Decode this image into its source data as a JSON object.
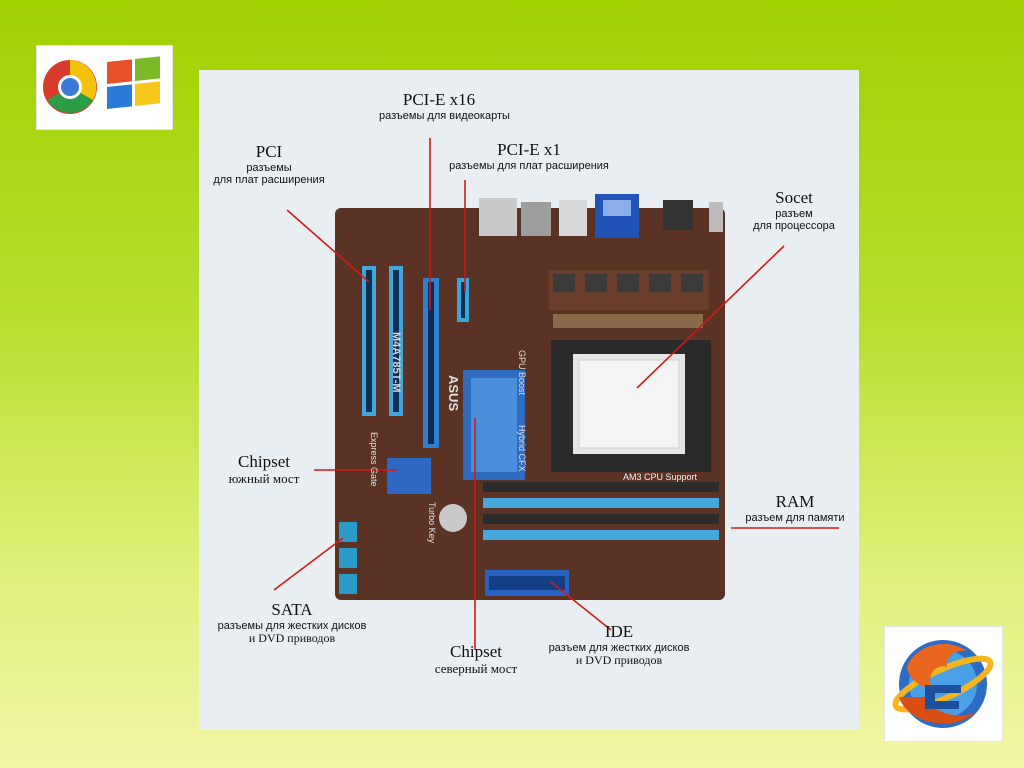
{
  "labels": {
    "pcie16": {
      "title": "PCI-E x16",
      "sub": "разъемы для видеокарты"
    },
    "pci": {
      "title": "PCI",
      "sub1": "разъемы",
      "sub2": "для плат расширения"
    },
    "pcie1": {
      "title": "PCI-E x1",
      "sub": "разъемы для плат расширения"
    },
    "socket": {
      "title": "Socet",
      "sub1": "разъем",
      "sub2": "для процессора"
    },
    "chipset_south": {
      "title": "Chipset",
      "sub": "южный мост"
    },
    "ram": {
      "title": "RAM",
      "sub": "разъем для памяти"
    },
    "sata": {
      "title": "SATA",
      "sub1": "разъемы для жестких дисков",
      "sub2": "и DVD приводов"
    },
    "chipset_north": {
      "title": "Chipset",
      "sub": "северный мост"
    },
    "ide": {
      "title": "IDE",
      "sub1": "разъем для жестких дисков",
      "sub2": "и DVD приводов"
    }
  },
  "board_text": {
    "model": "M4A785T-M",
    "brand": "ASUS",
    "gpu_boost": "GPU Boost",
    "hybrid": "Hybrid CFX",
    "express": "Express Gate",
    "turbo": "Turbo Key",
    "am3": "AM3 CPU Support"
  },
  "icons": [
    "chrome-icon",
    "windows-icon",
    "firefox-icon"
  ],
  "colors": {
    "line": "#d11a1a",
    "board": "#5a3324",
    "slot_blue": "#3aa6d8",
    "bg_top": "#9fd000"
  }
}
